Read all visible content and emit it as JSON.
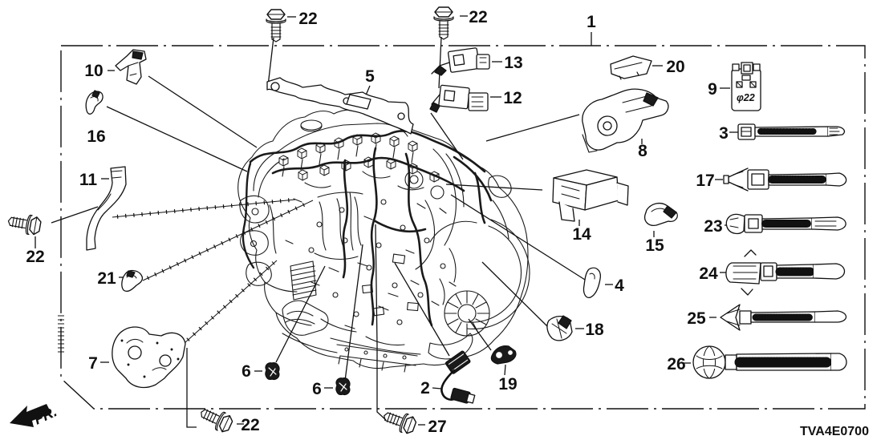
{
  "diagram": {
    "code": "TVA4E0700",
    "fr_label": "FR.",
    "connector_size_label": "φ22"
  },
  "callouts": {
    "n1": "1",
    "n2": "2",
    "n3": "3",
    "n4": "4",
    "n5": "5",
    "n6": "6",
    "n7": "7",
    "n8": "8",
    "n9": "9",
    "n10": "10",
    "n11": "11",
    "n12": "12",
    "n13": "13",
    "n14": "14",
    "n15": "15",
    "n16": "16",
    "n17": "17",
    "n18": "18",
    "n19": "19",
    "n20": "20",
    "n21": "21",
    "n22": "22",
    "n23": "23",
    "n24": "24",
    "n25": "25",
    "n26": "26",
    "n27": "27"
  }
}
